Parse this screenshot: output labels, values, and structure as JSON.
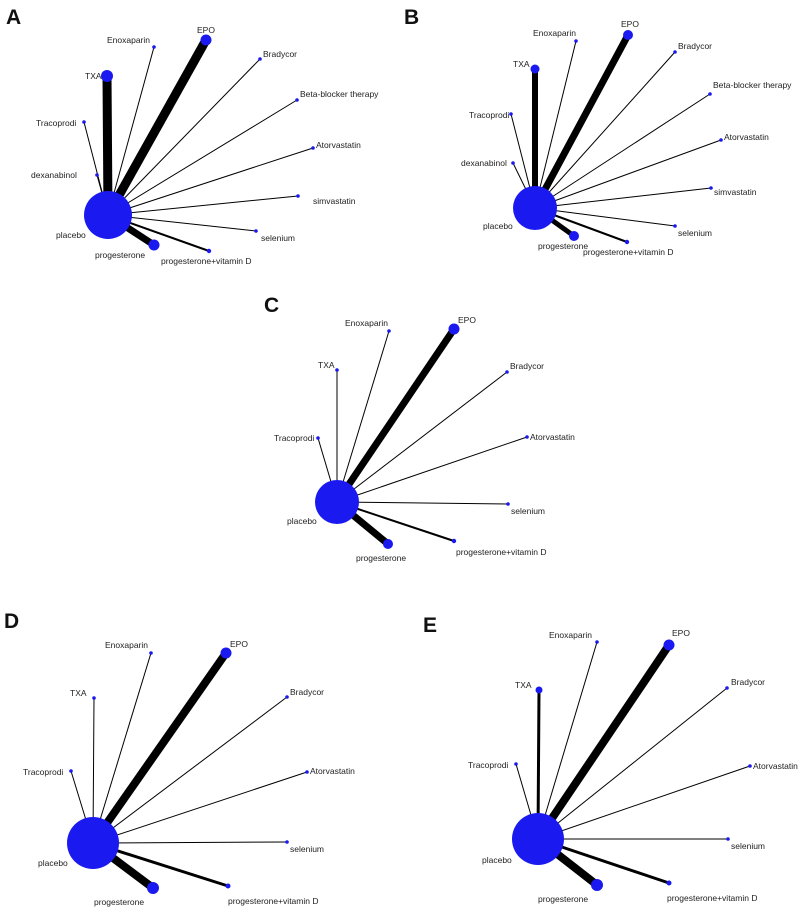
{
  "figure": {
    "panels": [
      {
        "letter": "A",
        "center": "placebo",
        "labels": {
          "placebo": "placebo",
          "TXA": "TXA",
          "Enoxaparin": "Enoxaparin",
          "EPO": "EPO",
          "Bradycor": "Bradycor",
          "Beta-blocker therapy": "Beta-blocker therapy",
          "Atorvastatin": "Atorvastatin",
          "Tracoprodi": "Tracoprodi",
          "dexanabinol": "dexanabinol",
          "simvastatin": "simvastatin",
          "selenium": "selenium",
          "progesterone": "progesterone",
          "progesterone+vitamin D": "progesterone+vitamin D"
        },
        "edges": [
          {
            "to": "TXA",
            "weight": 9
          },
          {
            "to": "Enoxaparin",
            "weight": 1
          },
          {
            "to": "EPO",
            "weight": 9
          },
          {
            "to": "Bradycor",
            "weight": 1
          },
          {
            "to": "Beta-blocker therapy",
            "weight": 1
          },
          {
            "to": "Atorvastatin",
            "weight": 1
          },
          {
            "to": "Tracoprodi",
            "weight": 1
          },
          {
            "to": "dexanabinol",
            "weight": 1
          },
          {
            "to": "simvastatin",
            "weight": 1
          },
          {
            "to": "selenium",
            "weight": 1
          },
          {
            "to": "progesterone",
            "weight": 7
          },
          {
            "to": "progesterone+vitamin D",
            "weight": 2
          }
        ]
      },
      {
        "letter": "B",
        "center": "placebo",
        "labels": {
          "placebo": "placebo",
          "TXA": "TXA",
          "Enoxaparin": "Enoxaparin",
          "EPO": "EPO",
          "Bradycor": "Bradycor",
          "Beta-blocker therapy": "Beta-blocker therapy",
          "Atorvastatin": "Atorvastatin",
          "Tracoprodi": "Tracoprodi",
          "dexanabinol": "dexanabinol",
          "simvastatin": "simvastatin",
          "selenium": "selenium",
          "progesterone": "progesterone",
          "progesterone+vitamin D": "progesterone+vitamin D"
        },
        "edges": [
          {
            "to": "TXA",
            "weight": 6
          },
          {
            "to": "Enoxaparin",
            "weight": 1
          },
          {
            "to": "EPO",
            "weight": 7
          },
          {
            "to": "Bradycor",
            "weight": 1
          },
          {
            "to": "Beta-blocker therapy",
            "weight": 1
          },
          {
            "to": "Atorvastatin",
            "weight": 1
          },
          {
            "to": "Tracoprodi",
            "weight": 1
          },
          {
            "to": "dexanabinol",
            "weight": 1
          },
          {
            "to": "simvastatin",
            "weight": 1
          },
          {
            "to": "selenium",
            "weight": 1
          },
          {
            "to": "progesterone",
            "weight": 5
          },
          {
            "to": "progesterone+vitamin D",
            "weight": 2
          }
        ]
      },
      {
        "letter": "C",
        "center": "placebo",
        "labels": {
          "placebo": "placebo",
          "TXA": "TXA",
          "Enoxaparin": "Enoxaparin",
          "EPO": "EPO",
          "Bradycor": "Bradycor",
          "Atorvastatin": "Atorvastatin",
          "Tracoprodi": "Tracoprodi",
          "selenium": "selenium",
          "progesterone": "progesterone",
          "progesterone+vitamin D": "progesterone+vitamin D"
        },
        "edges": [
          {
            "to": "TXA",
            "weight": 1
          },
          {
            "to": "Enoxaparin",
            "weight": 1
          },
          {
            "to": "EPO",
            "weight": 7
          },
          {
            "to": "Bradycor",
            "weight": 1
          },
          {
            "to": "Atorvastatin",
            "weight": 1
          },
          {
            "to": "Tracoprodi",
            "weight": 1
          },
          {
            "to": "selenium",
            "weight": 1
          },
          {
            "to": "progesterone",
            "weight": 7
          },
          {
            "to": "progesterone+vitamin D",
            "weight": 2
          }
        ]
      },
      {
        "letter": "D",
        "center": "placebo",
        "labels": {
          "placebo": "placebo",
          "TXA": "TXA",
          "Enoxaparin": "Enoxaparin",
          "EPO": "EPO",
          "Bradycor": "Bradycor",
          "Atorvastatin": "Atorvastatin",
          "Tracoprodi": "Tracoprodi",
          "selenium": "selenium",
          "progesterone": "progesterone",
          "progesterone+vitamin D": "progesterone+vitamin D"
        },
        "edges": [
          {
            "to": "TXA",
            "weight": 1
          },
          {
            "to": "Enoxaparin",
            "weight": 1
          },
          {
            "to": "EPO",
            "weight": 8
          },
          {
            "to": "Bradycor",
            "weight": 1
          },
          {
            "to": "Atorvastatin",
            "weight": 1
          },
          {
            "to": "Tracoprodi",
            "weight": 1
          },
          {
            "to": "selenium",
            "weight": 1
          },
          {
            "to": "progesterone",
            "weight": 8
          },
          {
            "to": "progesterone+vitamin D",
            "weight": 3
          }
        ]
      },
      {
        "letter": "E",
        "center": "placebo",
        "labels": {
          "placebo": "placebo",
          "TXA": "TXA",
          "Enoxaparin": "Enoxaparin",
          "EPO": "EPO",
          "Bradycor": "Bradycor",
          "Atorvastatin": "Atorvastatin",
          "Tracoprodi": "Tracoprodi",
          "selenium": "selenium",
          "progesterone": "progesterone",
          "progesterone+vitamin D": "progesterone+vitamin D"
        },
        "edges": [
          {
            "to": "TXA",
            "weight": 3
          },
          {
            "to": "Enoxaparin",
            "weight": 1
          },
          {
            "to": "EPO",
            "weight": 8
          },
          {
            "to": "Bradycor",
            "weight": 1
          },
          {
            "to": "Atorvastatin",
            "weight": 1
          },
          {
            "to": "Tracoprodi",
            "weight": 1
          },
          {
            "to": "selenium",
            "weight": 1
          },
          {
            "to": "progesterone",
            "weight": 8
          },
          {
            "to": "progesterone+vitamin D",
            "weight": 3
          }
        ]
      }
    ],
    "colors": {
      "node": "#1a1af0",
      "edge": "#000000",
      "label": "#222222",
      "letter": "#111111"
    }
  }
}
